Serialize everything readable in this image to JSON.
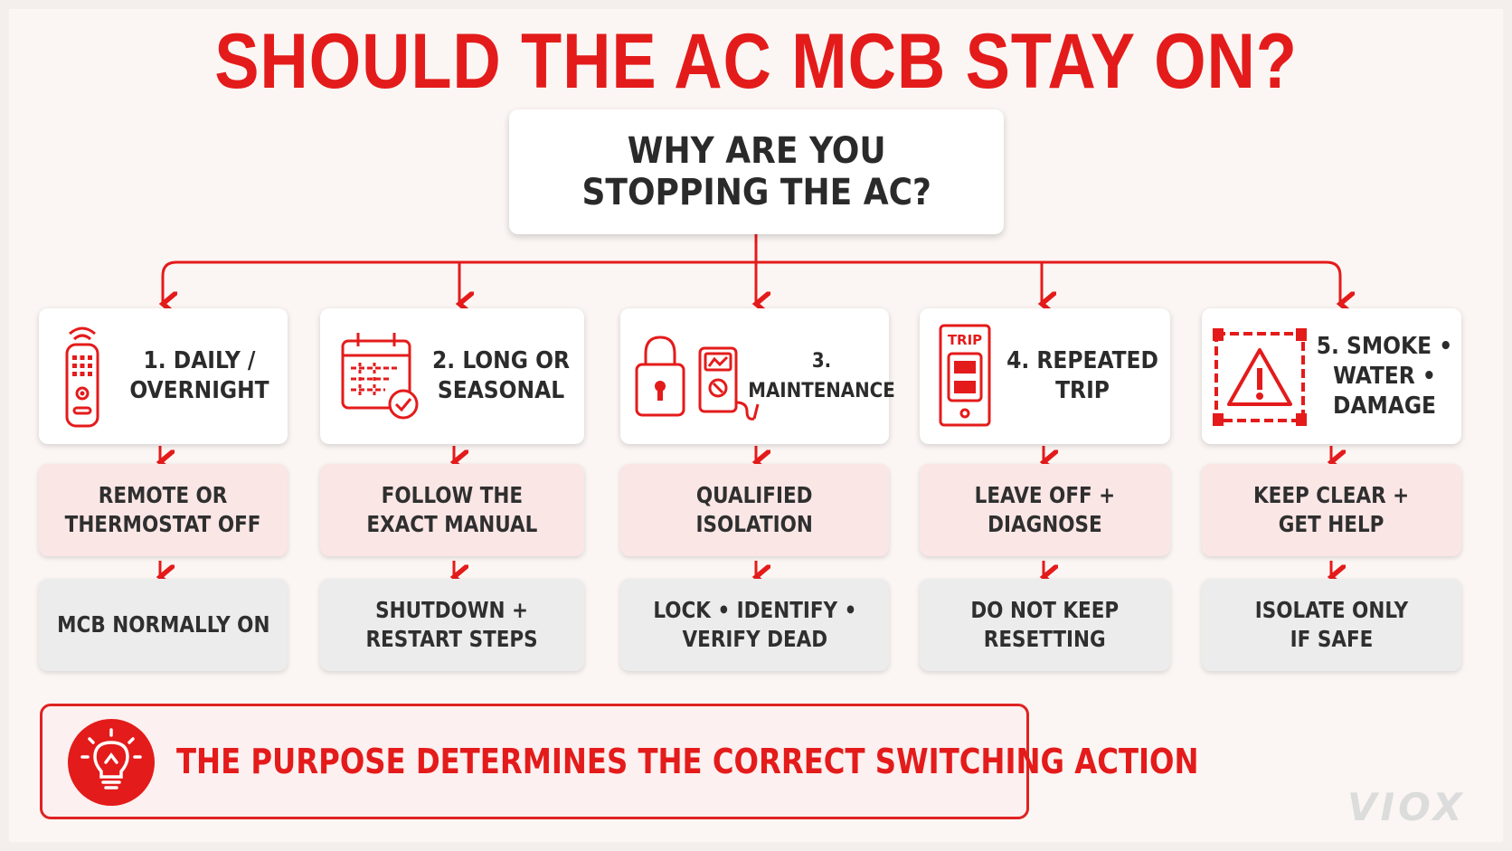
{
  "title": "SHOULD THE AC MCB STAY ON?",
  "question": "WHY ARE YOU\nSTOPPING THE AC?",
  "branches": [
    {
      "label": "1. DAILY /\nOVERNIGHT",
      "icon": "remote-control-icon",
      "action": "REMOTE OR\nTHERMOSTAT OFF",
      "outcome": "MCB NORMALLY ON"
    },
    {
      "label": "2. LONG OR\nSEASONAL",
      "icon": "calendar-check-icon",
      "action": "FOLLOW THE\nEXACT MANUAL",
      "outcome": "SHUTDOWN +\nRESTART STEPS"
    },
    {
      "label": "3. MAINTENANCE",
      "icon": "padlock-multimeter-icon",
      "action": "QUALIFIED\nISOLATION",
      "outcome": "LOCK • IDENTIFY •\nVERIFY DEAD"
    },
    {
      "label": "4. REPEATED\nTRIP",
      "icon": "tripped-breaker-icon",
      "icon_text": "TRIP",
      "action": "LEAVE OFF +\nDIAGNOSE",
      "outcome": "DO NOT KEEP\nRESETTING"
    },
    {
      "label": "5. SMOKE •\nWATER •\nDAMAGE",
      "icon": "warning-barrier-icon",
      "action": "KEEP CLEAR +\nGET HELP",
      "outcome": "ISOLATE ONLY\nIF SAFE"
    }
  ],
  "banner": {
    "icon": "lightbulb-icon",
    "text": "THE PURPOSE DETERMINES THE CORRECT SWITCHING ACTION"
  },
  "logo": "VIOX",
  "colors": {
    "accent": "#e41b1b",
    "action_bg": "#fbe6e6",
    "outcome_bg": "#ececec",
    "page_bg": "#fbf6f3"
  }
}
